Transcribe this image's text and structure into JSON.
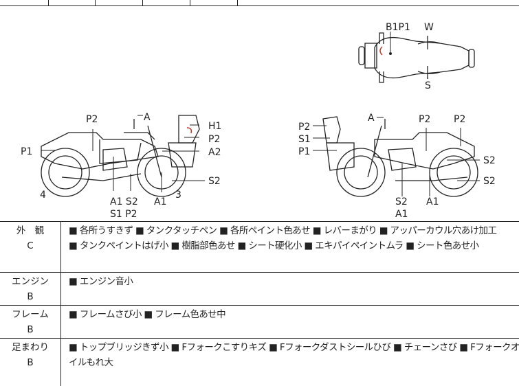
{
  "diagram": {
    "top_labels": {
      "b1p1": "B1P1",
      "w": "W",
      "s": "S"
    },
    "left_labels": {
      "p2": "P2",
      "a_top": "A",
      "h1": "H1",
      "p2_right": "P2",
      "a2": "A2",
      "p1": "P1",
      "s2": "S2",
      "num4": "4",
      "num3": "3",
      "a1s2": "A1 S2",
      "s1p2": "S1 P2",
      "a1": "A1"
    },
    "right_labels": {
      "p2_left": "P2",
      "s1": "S1",
      "p1": "P1",
      "a_top": "A",
      "p2_mid": "P2",
      "p2_right": "P2",
      "s2_a": "S2",
      "s2_b": "S2",
      "s2_bottom": "S2",
      "a1_bottom": "A1",
      "a1_right": "A1"
    }
  },
  "rows": [
    {
      "category": "外　観",
      "grade": "C",
      "lines": [
        "■ 各所うすきず ■ タンクタッチペン ■ 各所ペイント色あせ ■ レバーまがり ■ アッパーカウル穴あけ加工",
        "■ タンクペイントはげ小 ■ 樹脂部色あせ ■ シート硬化小 ■ エキパイペイントムラ ■ シート色あせ小"
      ]
    },
    {
      "category": "エンジン",
      "grade": "B",
      "lines": [
        "■ エンジン音小"
      ]
    },
    {
      "category": "フレーム",
      "grade": "B",
      "lines": [
        "■ フレームさび小 ■ フレーム色あせ中"
      ]
    },
    {
      "category": "足まわり",
      "grade": "B",
      "lines": [
        "■ トップブリッジきず小 ■ Fフォークこすりキズ ■ Fフォークダストシールひび ■ チェーンさび ■ Fフォークオ",
        "イルもれ大"
      ]
    }
  ],
  "colors": {
    "line": "#222222",
    "mark": "#c0392b"
  }
}
